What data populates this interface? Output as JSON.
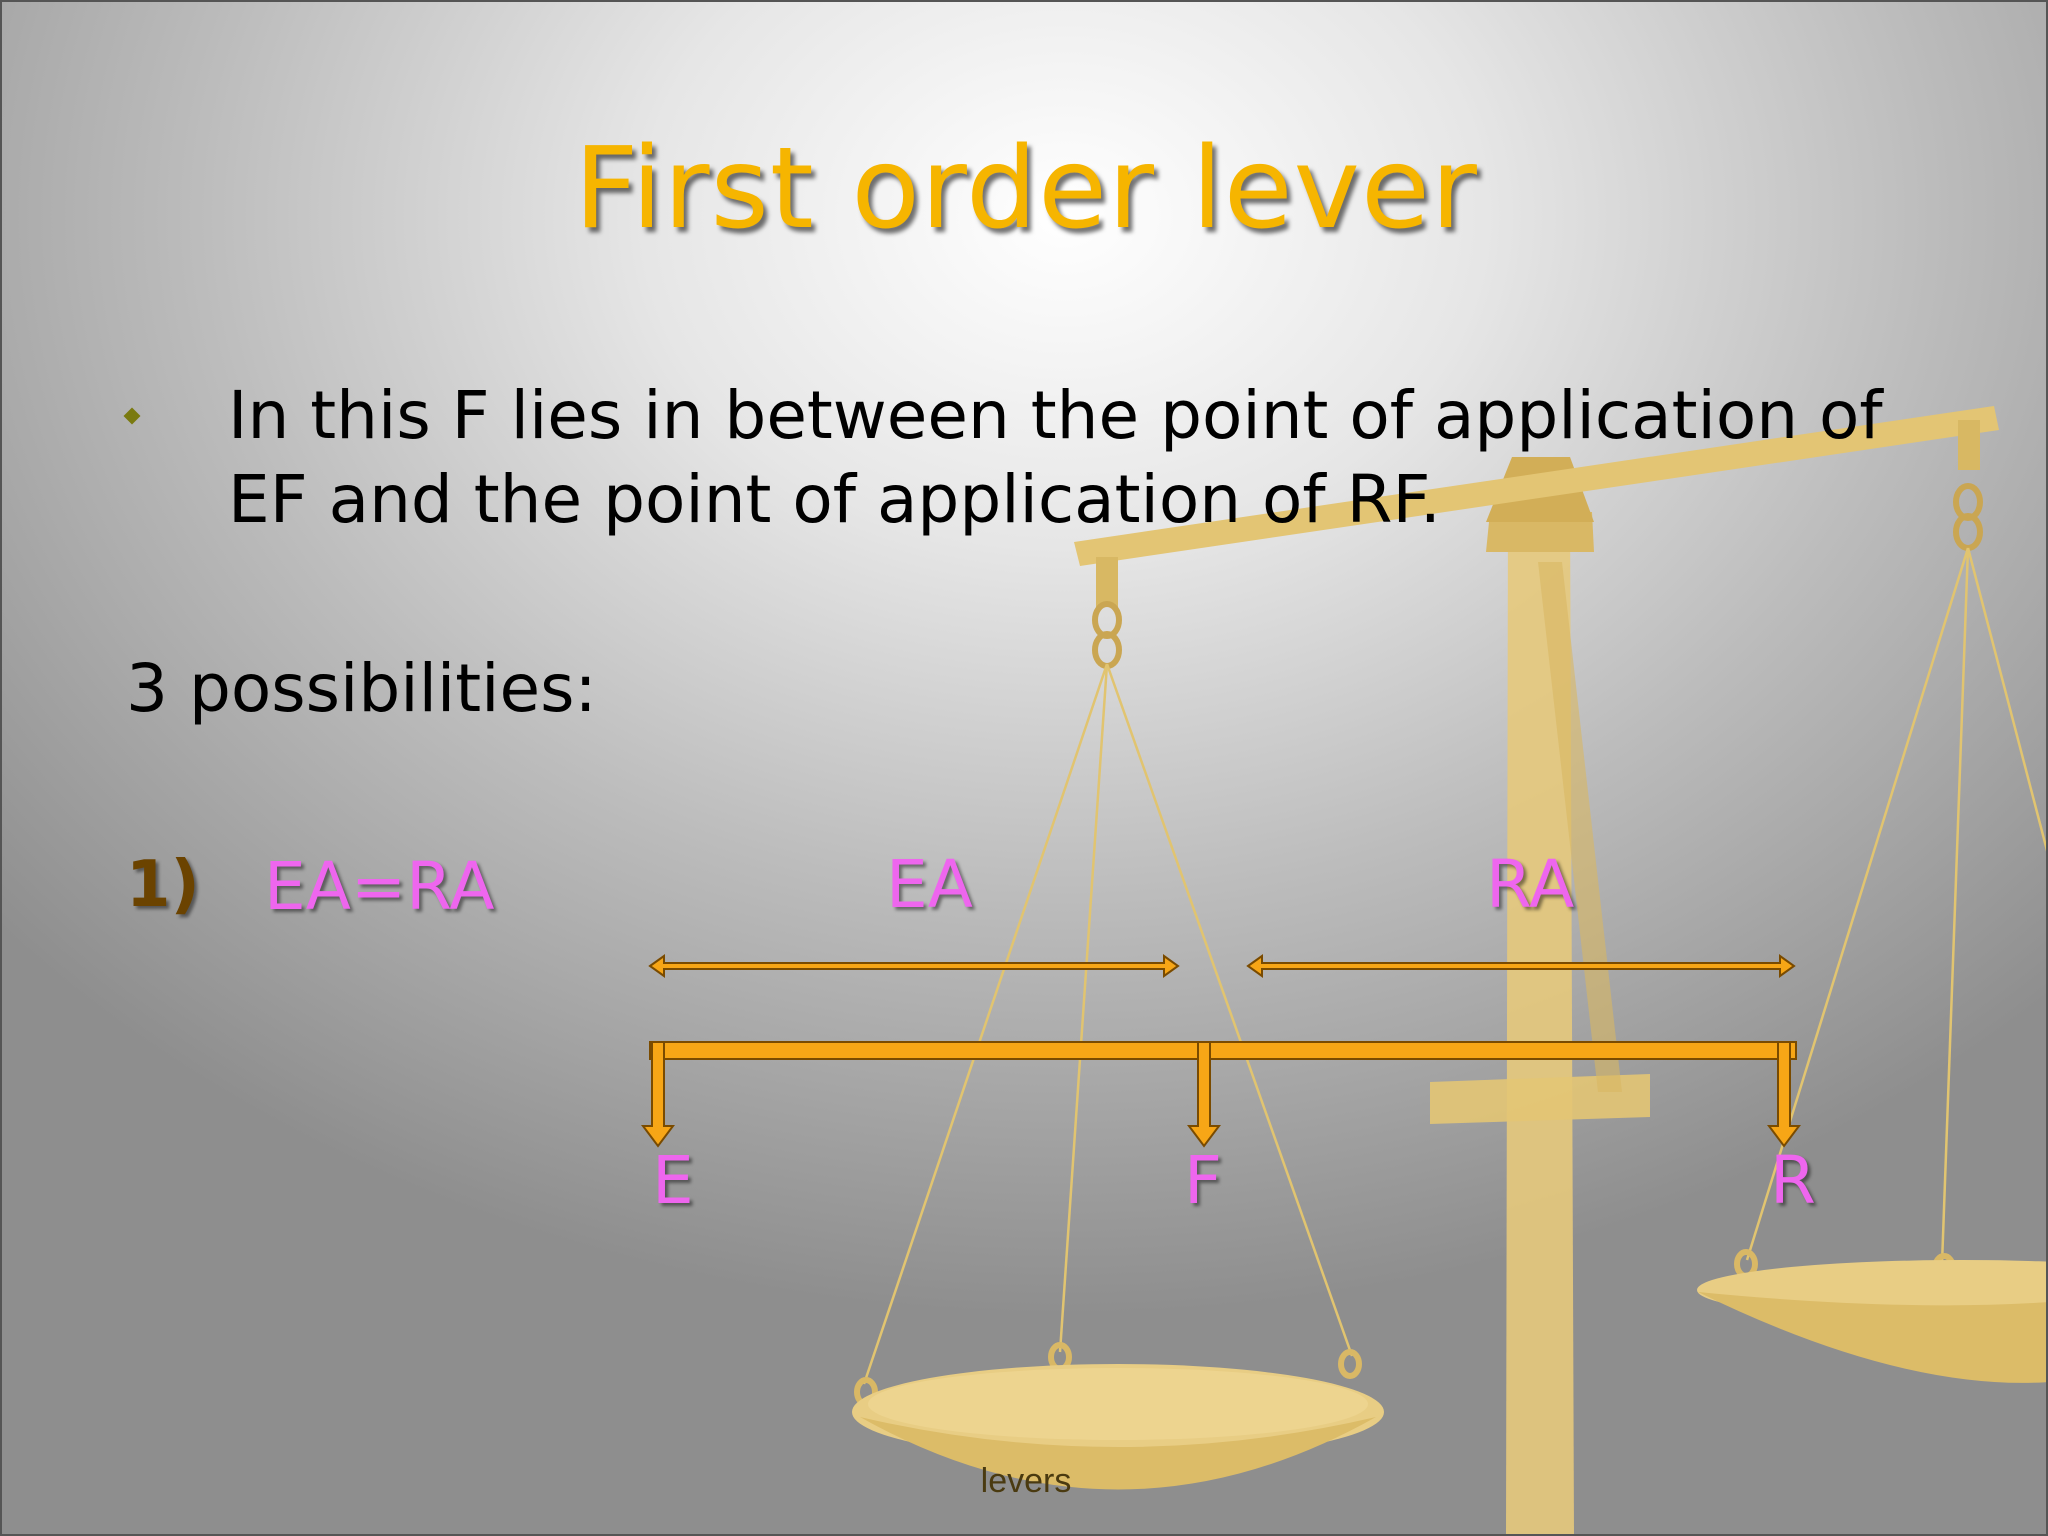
{
  "slide": {
    "title": "First order lever",
    "bullet_text_line1": "In this F lies in between the point of application of",
    "bullet_text_line2": "EF and the point of application of RF.",
    "possibilities_label": "3 possibilities:",
    "item_number": "1)",
    "item_equation": "EA=RA",
    "footer": "levers"
  },
  "diagram": {
    "effort_arm_label": "EA",
    "resistance_arm_label": "RA",
    "point_labels": {
      "effort": "E",
      "fulcrum": "F",
      "resistance": "R"
    }
  },
  "colors": {
    "title": "#f6b500",
    "pink_labels": "#ee66ee",
    "lever_bar": "#f7a616",
    "scale_gold": "#e2c272"
  }
}
